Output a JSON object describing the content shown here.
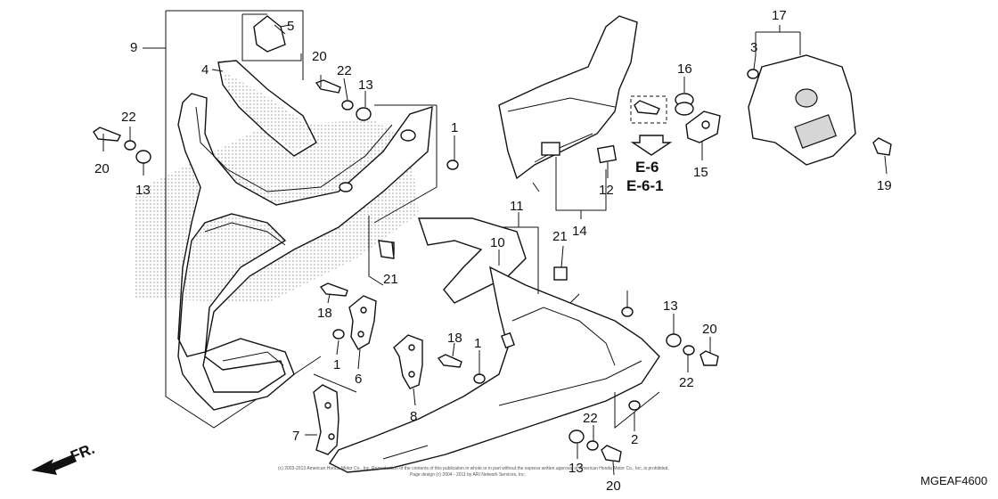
{
  "diagram": {
    "code": "MGEAF4600",
    "front_label": "FR.",
    "references": [
      "E-6",
      "E-6-1"
    ],
    "copyright_line1": "(c) 2003-2013 American Honda Motor Co., Inc. Reproduction of the contents of this publication in whole or in part without the express written approval of American Honda Motor Co., Inc. is prohibited.",
    "copyright_line2": "Page design (c) 2004 - 2011 by ARI Network Services, Inc.",
    "callouts": [
      "9",
      "5",
      "4",
      "20",
      "22",
      "13",
      "22",
      "20",
      "13",
      "1",
      "16",
      "3",
      "17",
      "15",
      "19",
      "12",
      "14",
      "11",
      "10",
      "21",
      "21",
      "18",
      "1",
      "6",
      "18",
      "1",
      "13",
      "20",
      "22",
      "8",
      "7",
      "22",
      "13",
      "2",
      "20"
    ]
  }
}
